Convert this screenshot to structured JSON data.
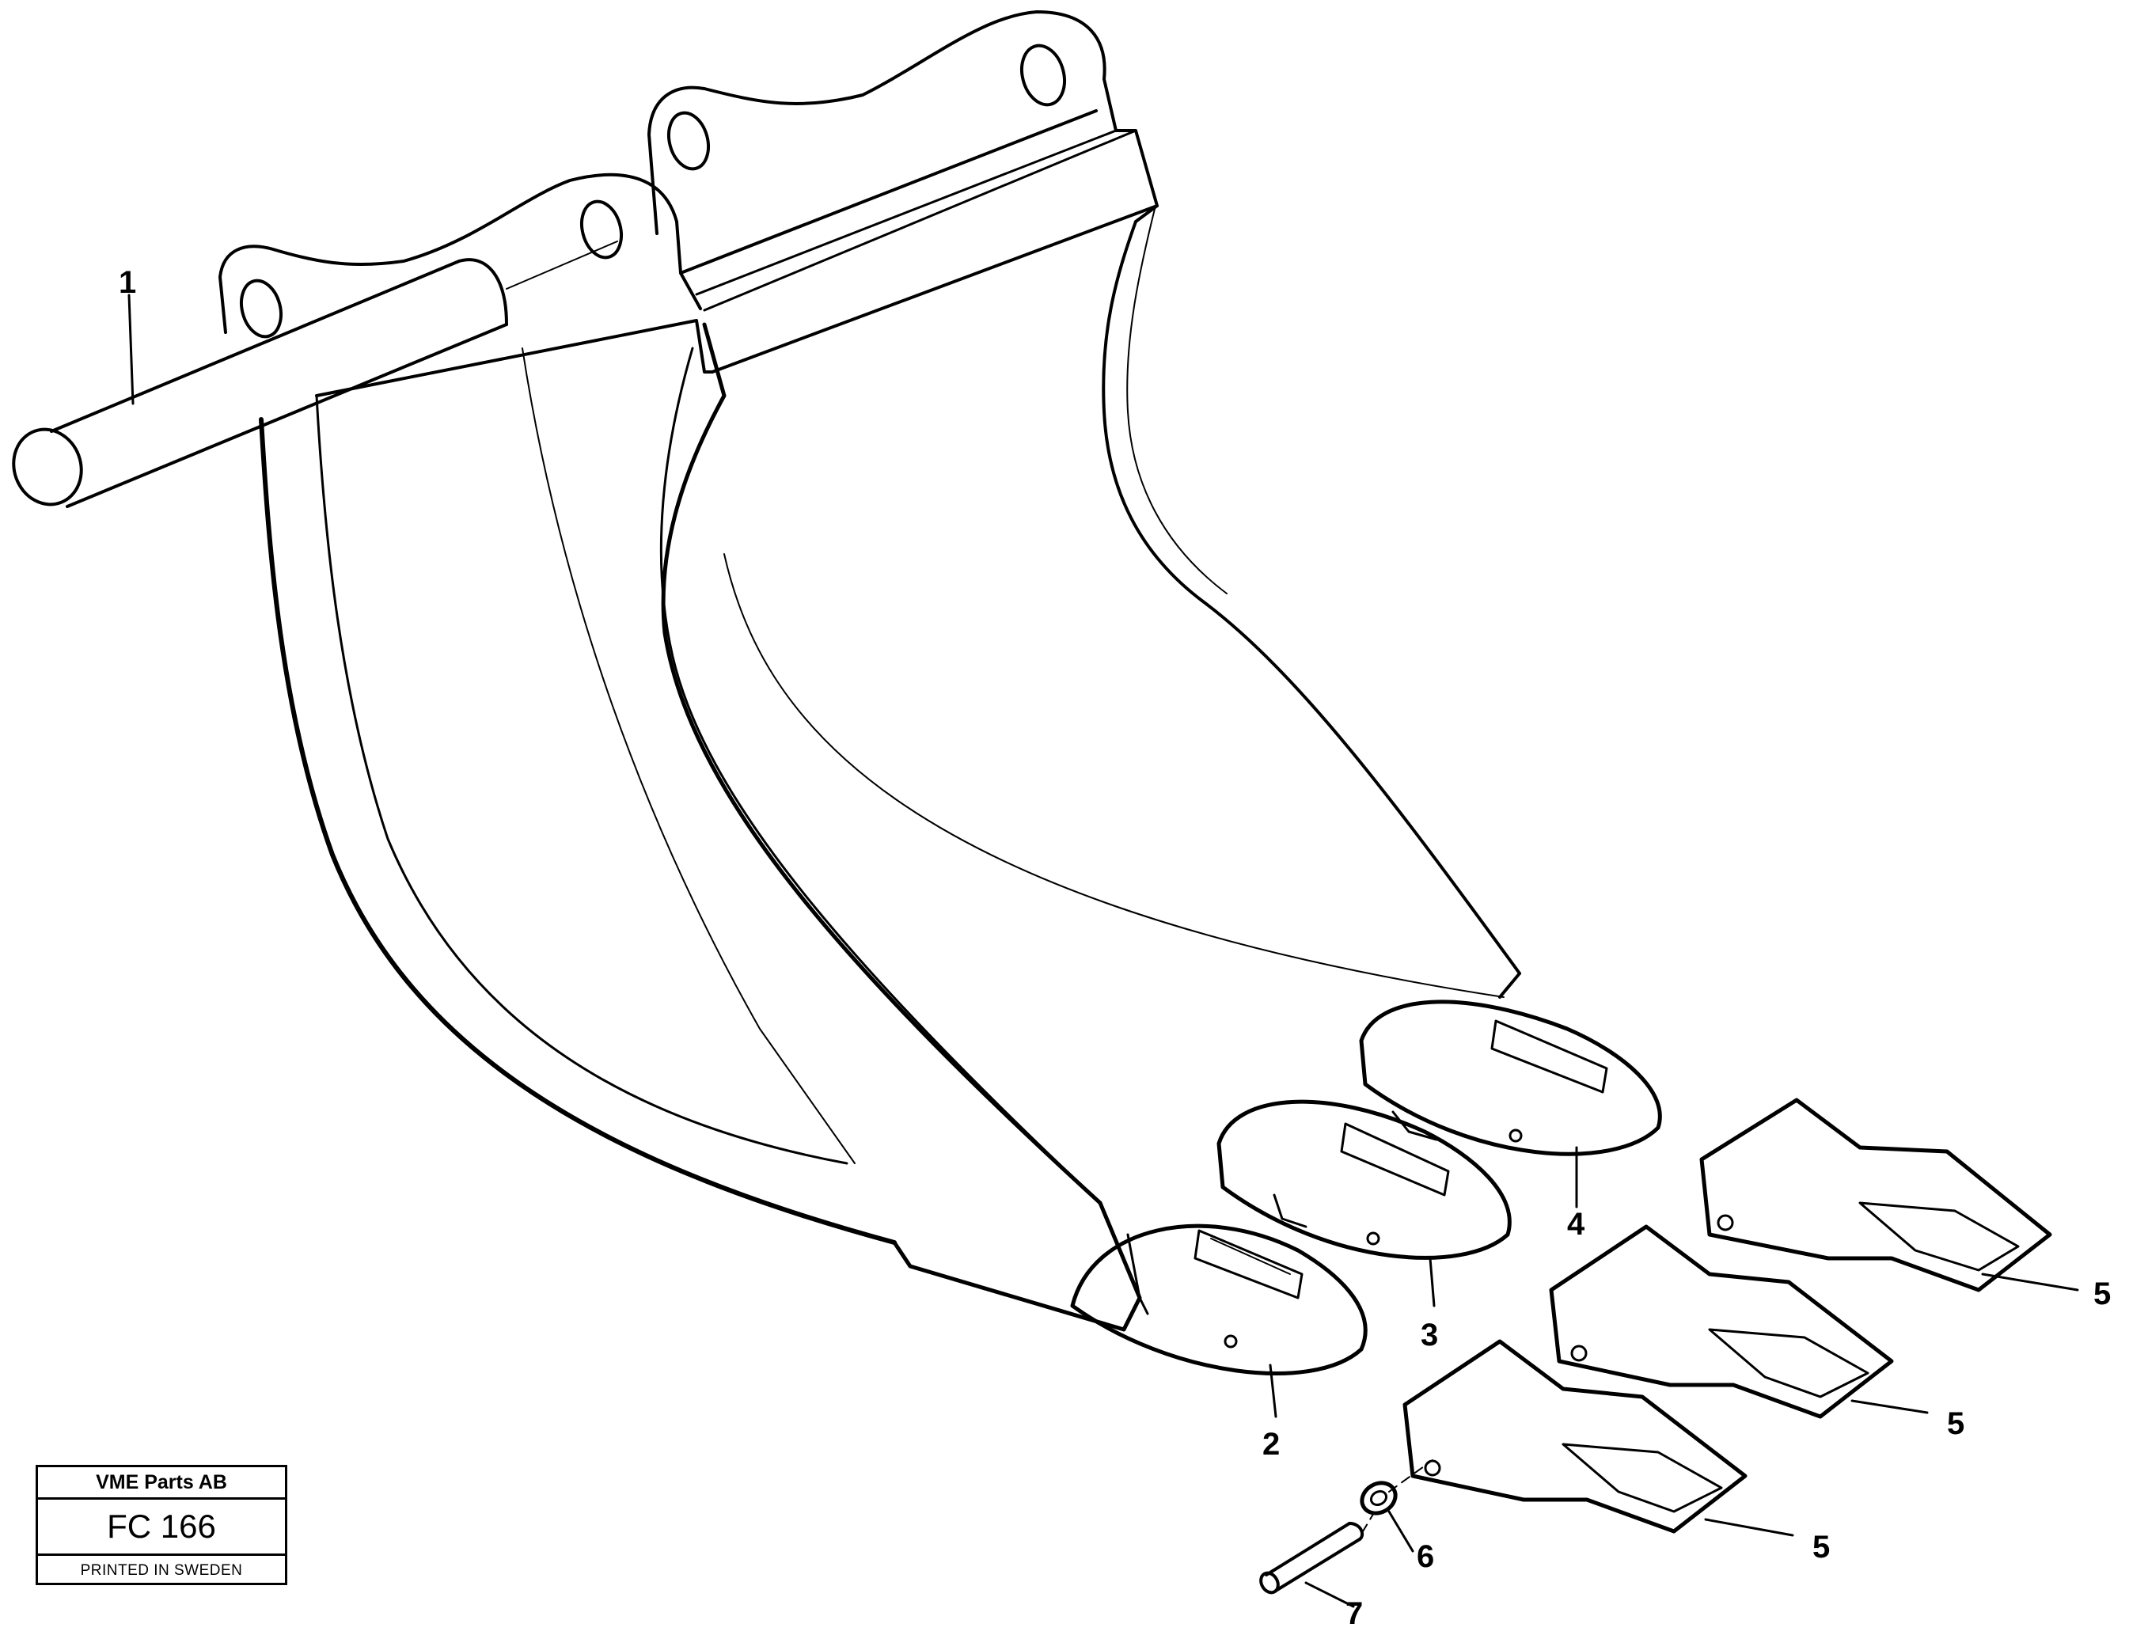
{
  "callouts": [
    "1",
    "2",
    "3",
    "4",
    "5",
    "5",
    "5",
    "6",
    "7"
  ],
  "title_block": {
    "company": "VME Parts AB",
    "figure_code": "FC 166",
    "footer": "PRINTED IN SWEDEN"
  }
}
